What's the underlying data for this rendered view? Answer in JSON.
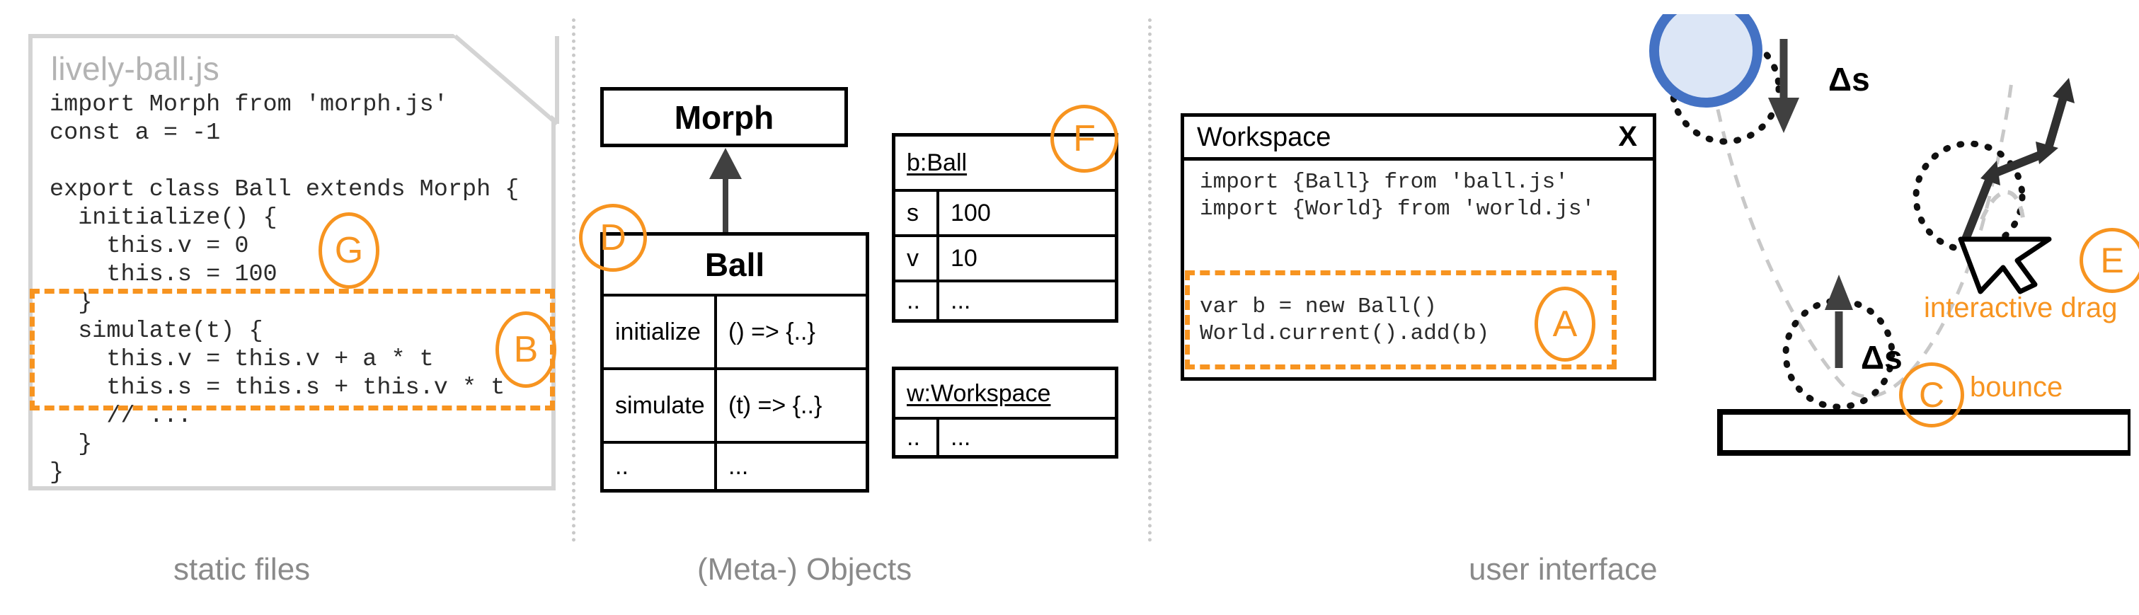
{
  "columns": [
    {
      "caption": "static files"
    },
    {
      "caption": "(Meta-) Objects"
    },
    {
      "caption": "user interface"
    }
  ],
  "file_panel": {
    "filename": "lively-ball.js",
    "code_top": "import Morph from 'morph.js'\nconst a = -1\n\nexport class Ball extends Morph {\n  initialize() {\n    this.v = 0\n    this.s = 100\n  }",
    "code_highlight": "  simulate(t) {\n    this.v = this.v + a * t\n    this.s = this.s + this.v * t\n    // ...",
    "code_bottom": "  }\n}",
    "badge_g": "G",
    "badge_b": "B"
  },
  "meta_objects": {
    "morph_class": {
      "title": "Morph"
    },
    "ball_class": {
      "title": "Ball",
      "rows": [
        {
          "name": "initialize",
          "value": "() => {..}"
        },
        {
          "name": "simulate",
          "value": "(t) => {..}"
        },
        {
          "name": "..",
          "value": "..."
        }
      ]
    },
    "badge_d": "D",
    "badge_f": "F",
    "ball_instance": {
      "title": "b:Ball",
      "rows": [
        {
          "name": "s",
          "value": "100"
        },
        {
          "name": "v",
          "value": "10"
        },
        {
          "name": "..",
          "value": "..."
        }
      ]
    },
    "workspace_instance": {
      "title": "w:Workspace",
      "rows": [
        {
          "name": "..",
          "value": "..."
        }
      ]
    }
  },
  "user_interface": {
    "workspace_window": {
      "title": "Workspace",
      "close_label": "X",
      "code_imports": "import {Ball} from 'ball.js'\nimport {World} from 'world.js'",
      "code_highlight": "var b = new Ball()\nWorld.current().add(b)",
      "badge_a": "A"
    },
    "scene": {
      "delta_top": "Δs",
      "delta_bottom": "Δs",
      "badge_c": "C",
      "label_bounce": "bounce",
      "badge_e": "E",
      "label_drag": "interactive drag"
    }
  },
  "colors": {
    "accent": "#F79420",
    "ball_fill": "#DCE6F6",
    "ball_stroke": "#4472C4",
    "arrow": "#404040",
    "sheet_border": "#D4D4D4",
    "caption": "#8A8A8A",
    "title_gray": "#B3B3B3"
  }
}
